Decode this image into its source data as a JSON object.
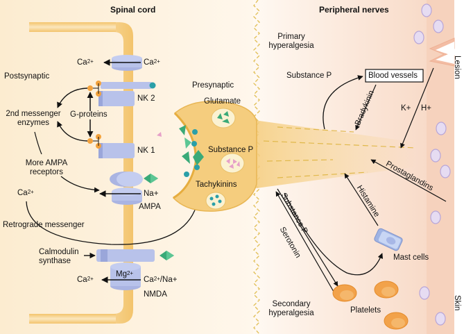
{
  "regions": {
    "spinal_cord_title": "Spinal cord",
    "peripheral_title": "Peripheral nerves",
    "lesion": "Lesion",
    "skin": "Skin"
  },
  "spinal": {
    "postsynaptic": "Postsynaptic",
    "ca_in_top": "Ca",
    "ca_out_top": "Ca",
    "ca_sup": "2+",
    "nk2": "NK 2",
    "nk1": "NK 1",
    "second_messenger": "2nd messenger\nenzymes",
    "second_messenger_l1": "2nd messenger",
    "second_messenger_l2": "enzymes",
    "g_proteins": "G-proteins",
    "more_ampa_l1": "More AMPA",
    "more_ampa_l2": "receptors",
    "na_plus": "Na+",
    "ampa": "AMPA",
    "ca_left": "Ca",
    "retrograde": "Retrograde messenger",
    "calmodulin_l1": "Calmodulin",
    "calmodulin_l2": "synthase",
    "mg": "Mg",
    "ca_nmda_out": "Ca",
    "ca_na_in": "Ca",
    "ca_na_suffix": "/Na+",
    "plus": "+",
    "nmda": "NMDA"
  },
  "presynaptic": {
    "title": "Presynaptic",
    "glutamate": "Glutamate",
    "substance_p": "Substance P",
    "tachykinins": "Tachykinins"
  },
  "peripheral": {
    "primary_l1": "Primary",
    "primary_l2": "hyperalgesia",
    "substance_p": "Substance P",
    "blood_vessels": "Blood vessels",
    "bradykinin": "Bradykinin",
    "k_plus": "K+",
    "h_plus": "H+",
    "prostaglandins": "Prostaglandins",
    "histamine": "Histamine",
    "substance_p_2": "Substance P",
    "serotonin": "Serotonin",
    "mast_cells": "Mast cells",
    "platelets": "Platelets",
    "secondary_l1": "Secondary",
    "secondary_l2": "hyperalgesia"
  },
  "colors": {
    "spinal_bg": "#fdf0d8",
    "peripheral_bg": "#f9ddcc",
    "neuron": "#f5cf80",
    "receptor": "#b8c2ea",
    "green": "#3aaa78",
    "teal": "#2a9fa8",
    "pink": "#e6a0c8",
    "orange": "#f3a23c",
    "cell": "#e6dcf2"
  }
}
